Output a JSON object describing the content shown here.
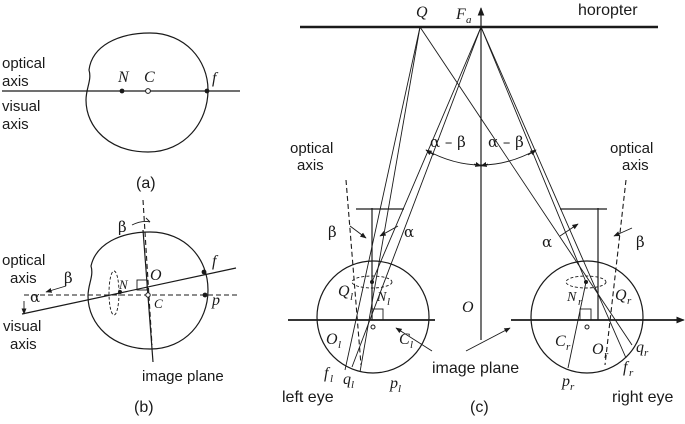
{
  "panels": {
    "a": {
      "caption": "(a)",
      "optical_axis": [
        "optical",
        "axis"
      ],
      "visual_axis": [
        "visual",
        "axis"
      ],
      "N": "N",
      "C": "C",
      "f": "f"
    },
    "b": {
      "caption": "(b)",
      "optical_axis": [
        "optical",
        "axis"
      ],
      "visual_axis": [
        "visual",
        "axis"
      ],
      "beta": "β",
      "alpha": "α",
      "N": "N",
      "O": "O",
      "C": "C",
      "f": "f",
      "p": "p",
      "image_plane": "image plane"
    },
    "c": {
      "caption": "(c)",
      "horopter": "horopter",
      "Q": "Q",
      "Fa": "F",
      "Fa_sub": "a",
      "angle_left": "α – β",
      "angle_right": "α – β",
      "optical_axis_left": [
        "optical",
        "axis"
      ],
      "optical_axis_right": [
        "optical",
        "axis"
      ],
      "beta_left": "β",
      "alpha_left": "α",
      "alpha_right": "α",
      "beta_right": "β",
      "O": "O",
      "image_plane": "image plane",
      "left_eye": "left eye",
      "right_eye": "right eye",
      "Ql": "Q",
      "Ql_sub": "l",
      "Nl": "N",
      "Nl_sub": "l",
      "Ol": "O",
      "Ol_sub": "l",
      "Cl": "C",
      "Cl_sub": "l",
      "fl": "f",
      "fl_sub": "l",
      "ql": "q",
      "ql_sub": "l",
      "pl": "p",
      "pl_sub": "l",
      "Nr": "N",
      "Nr_sub": "r",
      "Qr": "Q",
      "Qr_sub": "r",
      "Cr": "C",
      "Cr_sub": "r",
      "Or": "O",
      "Or_sub": "r",
      "qr": "q",
      "qr_sub": "r",
      "fr": "f",
      "fr_sub": "r",
      "pr": "p",
      "pr_sub": "r"
    }
  }
}
